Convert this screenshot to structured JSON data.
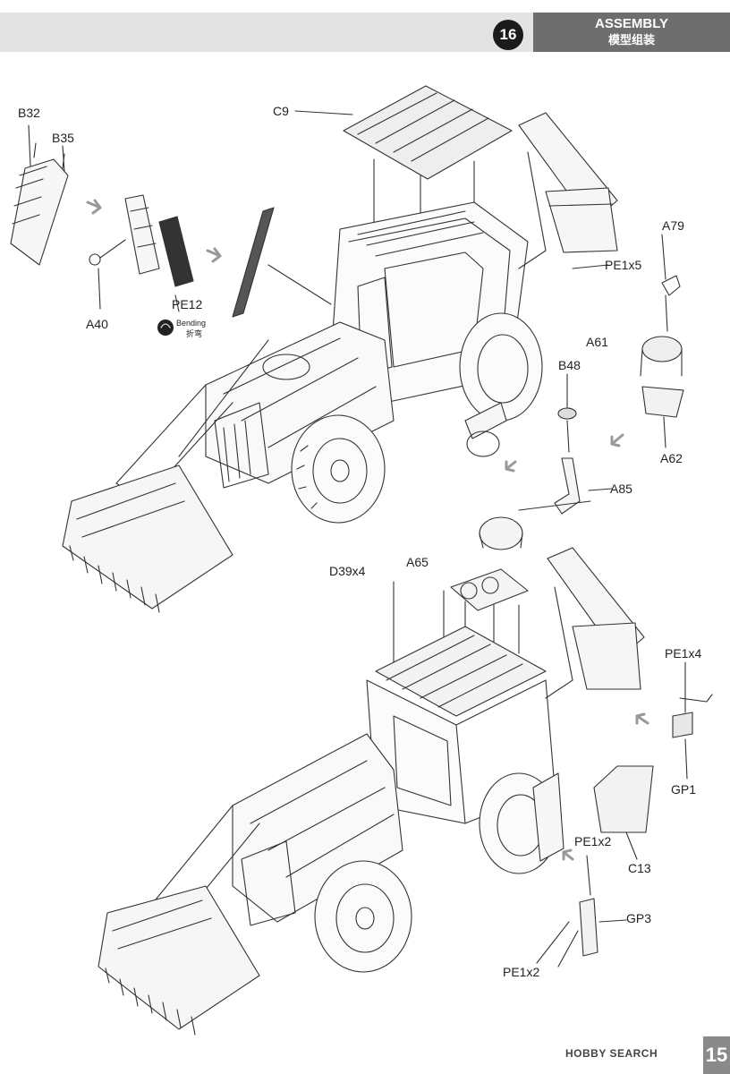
{
  "header": {
    "step_number": "16",
    "title": "ASSEMBLY",
    "subtitle": "模型组装"
  },
  "top_diagram": {
    "labels": {
      "b32": "B32",
      "b35": "B35",
      "c9": "C9",
      "pe12": "PE12",
      "a40": "A40",
      "pe1x5": "PE1x5",
      "a79": "A79",
      "a61": "A61",
      "b48": "B48",
      "a62": "A62",
      "a85": "A85"
    },
    "bending_note": {
      "en": "Bending",
      "cn": "折弯"
    }
  },
  "bottom_diagram": {
    "labels": {
      "d39x4": "D39x4",
      "a65": "A65",
      "pe1x4": "PE1x4",
      "gp1": "GP1",
      "pe1x2_upper": "PE1x2",
      "c13": "C13",
      "gp3": "GP3",
      "pe1x2_lower": "PE1x2"
    }
  },
  "footer": {
    "watermark": "HOBBY SEARCH",
    "page_number": "15"
  },
  "colors": {
    "header_band": "#e3e3e3",
    "header_dark": "#6e6e6e",
    "circle": "#1b1b1b",
    "line_art": "#333333",
    "arrow_gray": "#999999"
  }
}
